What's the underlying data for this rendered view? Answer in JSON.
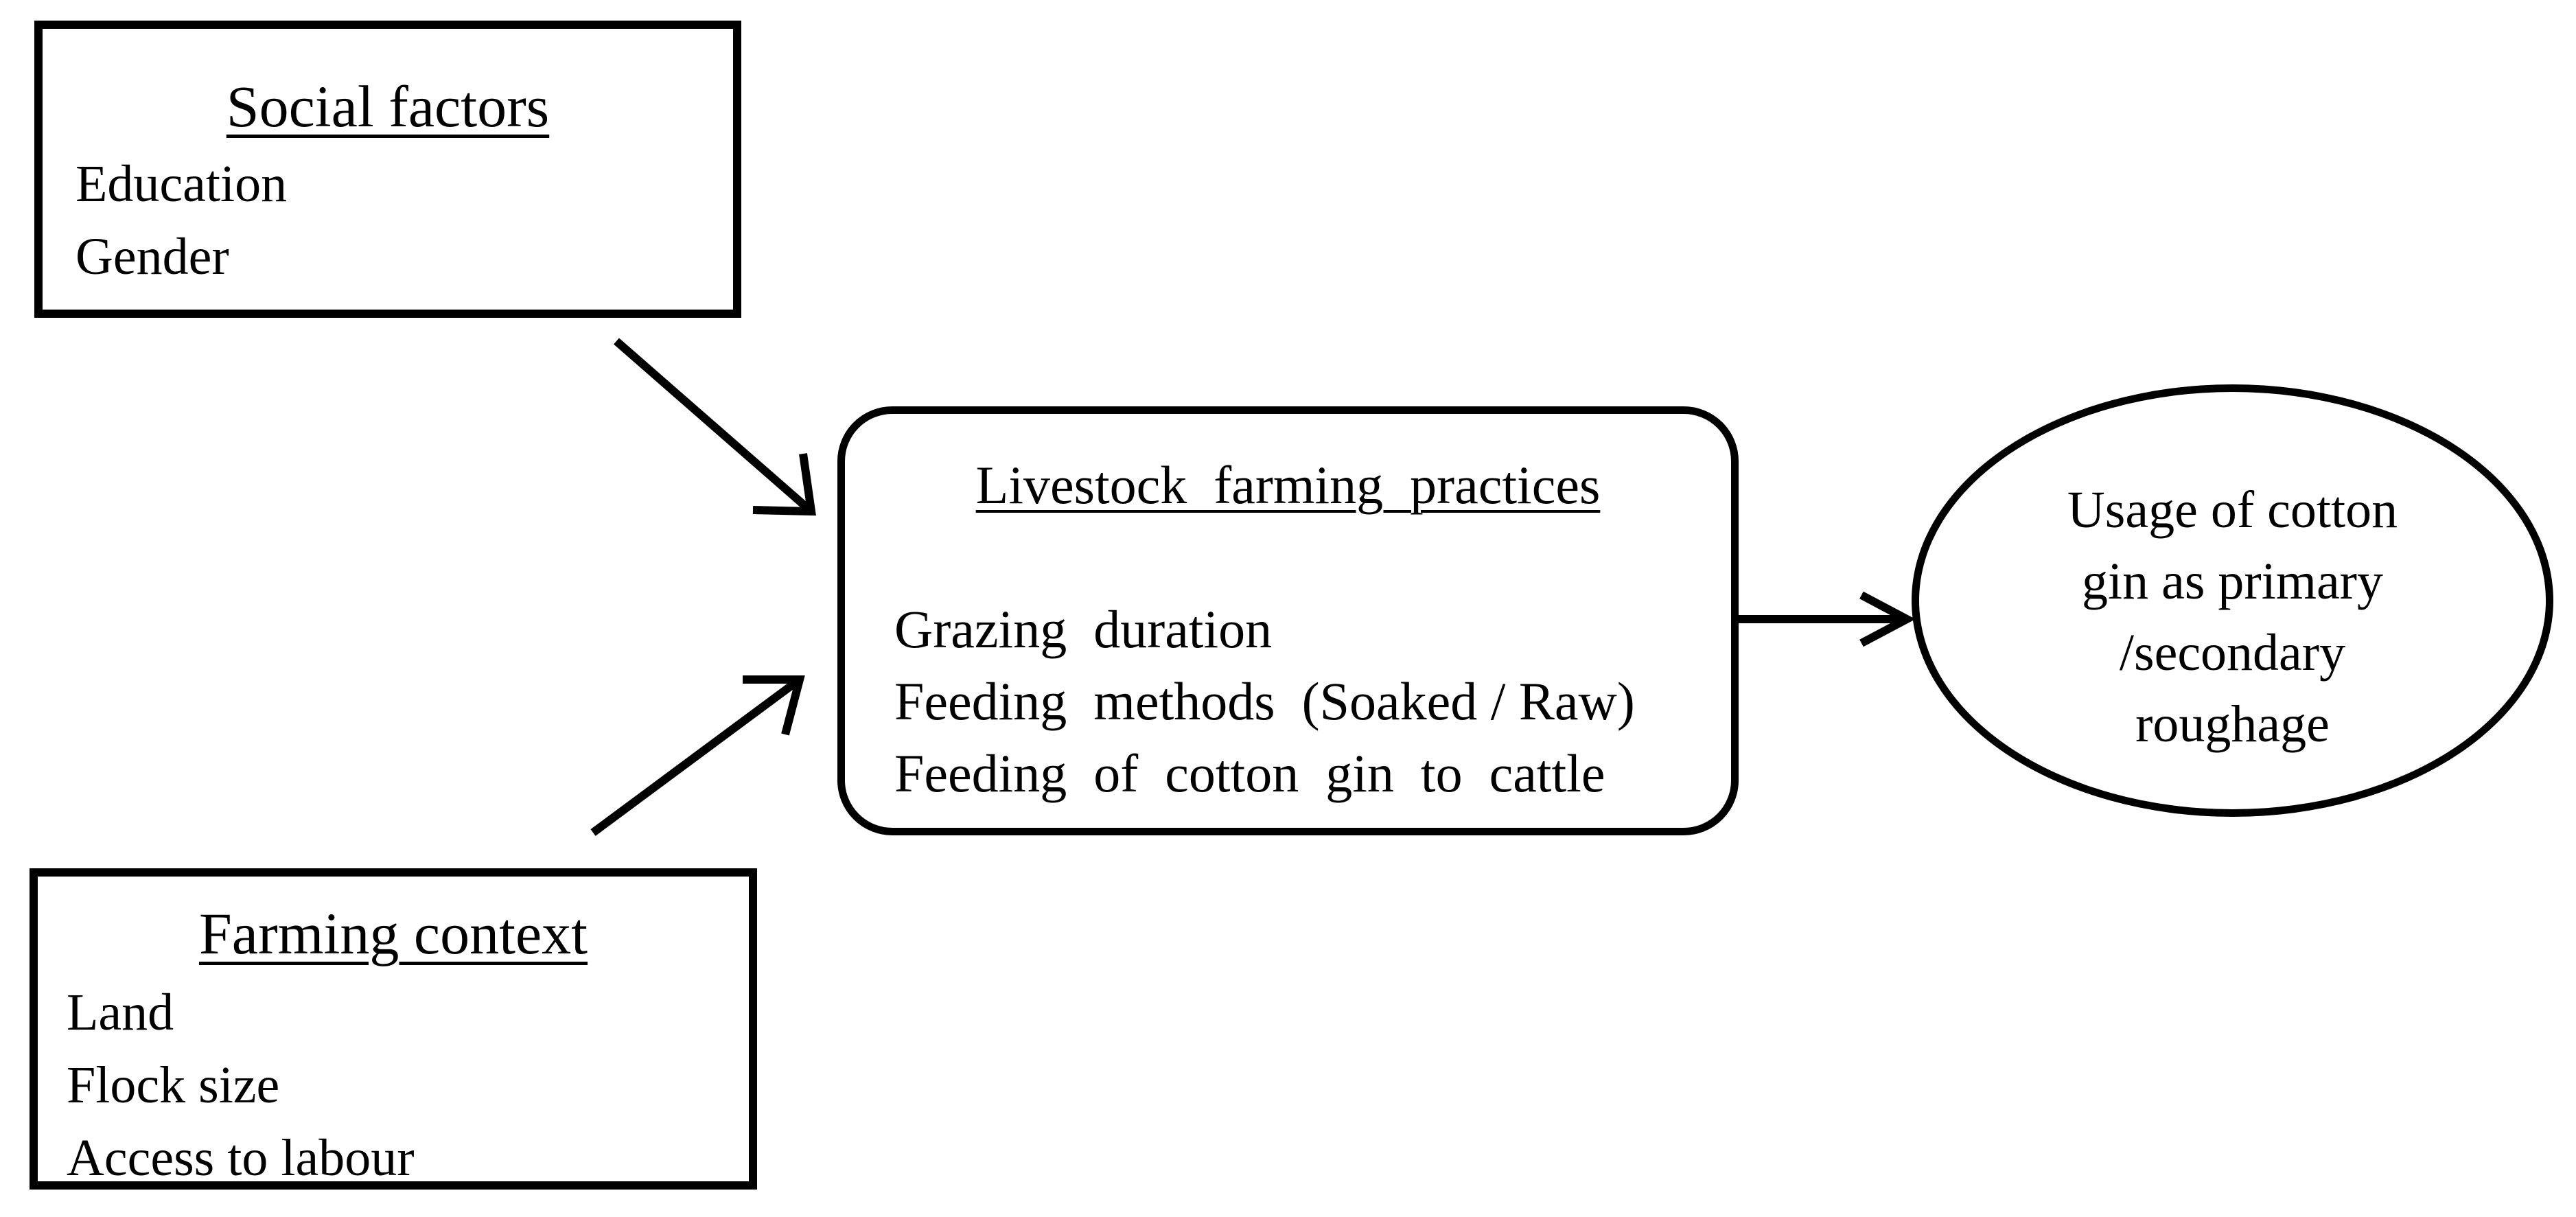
{
  "social": {
    "title": "Social factors",
    "items": [
      "Education",
      "Gender"
    ]
  },
  "farming": {
    "title": "Farming context",
    "items": [
      "Land",
      "Flock size",
      "Access to labour"
    ]
  },
  "practices": {
    "title": "Livestock  farming  practices",
    "items": [
      "Grazing  duration",
      "Feeding  methods  (Soaked / Raw)",
      "Feeding  of  cotton  gin  to  cattle"
    ]
  },
  "outcome": {
    "lines": [
      "Usage of cotton",
      "gin as primary",
      "/secondary",
      "roughage"
    ]
  }
}
